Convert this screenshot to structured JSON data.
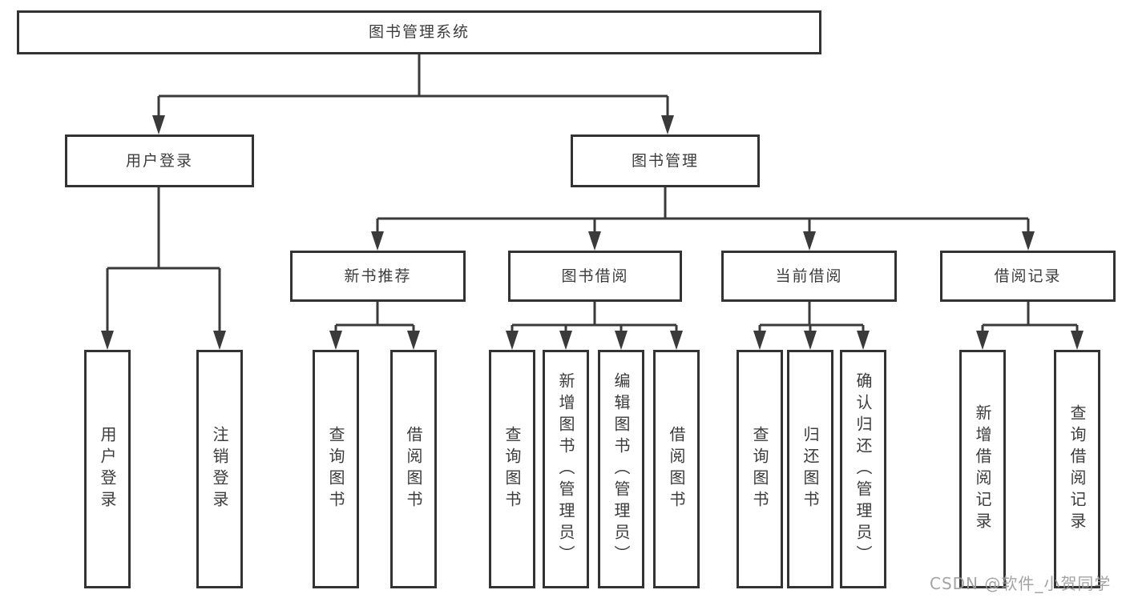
{
  "diagram": {
    "tree": {
      "label": "图书管理系统",
      "children": [
        {
          "label": "用户登录",
          "children": [
            {
              "label": "用户登录"
            },
            {
              "label": "注销登录"
            }
          ]
        },
        {
          "label": "图书管理",
          "children": [
            {
              "label": "新书推荐",
              "children": [
                {
                  "label": "查询图书"
                },
                {
                  "label": "借阅图书"
                }
              ]
            },
            {
              "label": "图书借阅",
              "children": [
                {
                  "label": "查询图书"
                },
                {
                  "label": "新增图书（管理员）"
                },
                {
                  "label": "编辑图书（管理员）"
                },
                {
                  "label": "借阅图书"
                }
              ]
            },
            {
              "label": "当前借阅",
              "children": [
                {
                  "label": "查询图书"
                },
                {
                  "label": "归还图书"
                },
                {
                  "label": "确认归还（管理员）"
                }
              ]
            },
            {
              "label": "借阅记录",
              "children": [
                {
                  "label": "新增借阅记录"
                },
                {
                  "label": "查询借阅记录"
                }
              ]
            }
          ]
        }
      ]
    }
  },
  "watermark": {
    "text": "CSDN @软件_小贺同学"
  },
  "colors": {
    "line": "#3a3a3a",
    "box_border": "#333333",
    "text": "#3c3c3c",
    "watermark": "#9c9c9c",
    "background": "#ffffff"
  }
}
